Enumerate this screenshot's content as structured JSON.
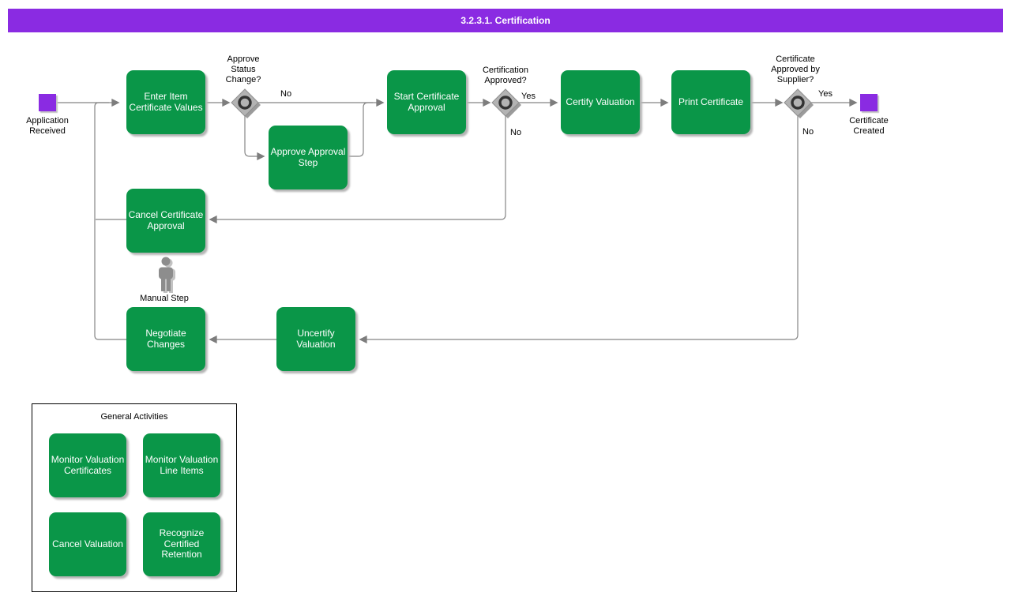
{
  "title": "3.2.3.1. Certification",
  "colors": {
    "purple": "#8A2BE2",
    "green": "#0A9648",
    "line": "#858585"
  },
  "events": {
    "start": "Application Received",
    "end": "Certificate Created"
  },
  "tasks": {
    "enter_item": "Enter Item Certificate Values",
    "approve_step": "Approve Approval Step",
    "start_approval": "Start Certificate Approval",
    "certify_valuation": "Certify Valuation",
    "print_certificate": "Print Certificate",
    "cancel_approval": "Cancel Certificate Approval",
    "negotiate_changes": "Negotiate Changes",
    "uncertify_valuation": "Uncertify Valuation"
  },
  "gateways": {
    "approve_status": {
      "label": "Approve Status Change?",
      "no": "No"
    },
    "certification_approved": {
      "label": "Certification Approved?",
      "yes": "Yes",
      "no": "No"
    },
    "supplier_approved": {
      "label": "Certificate Approved by Supplier?",
      "yes": "Yes",
      "no": "No"
    }
  },
  "manual_step_label": "Manual Step",
  "general_activities": {
    "title": "General Activities",
    "items": [
      "Monitor Valuation Certificates",
      "Monitor Valuation Line Items",
      "Cancel Valuation",
      "Recognize Certified Retention"
    ]
  }
}
